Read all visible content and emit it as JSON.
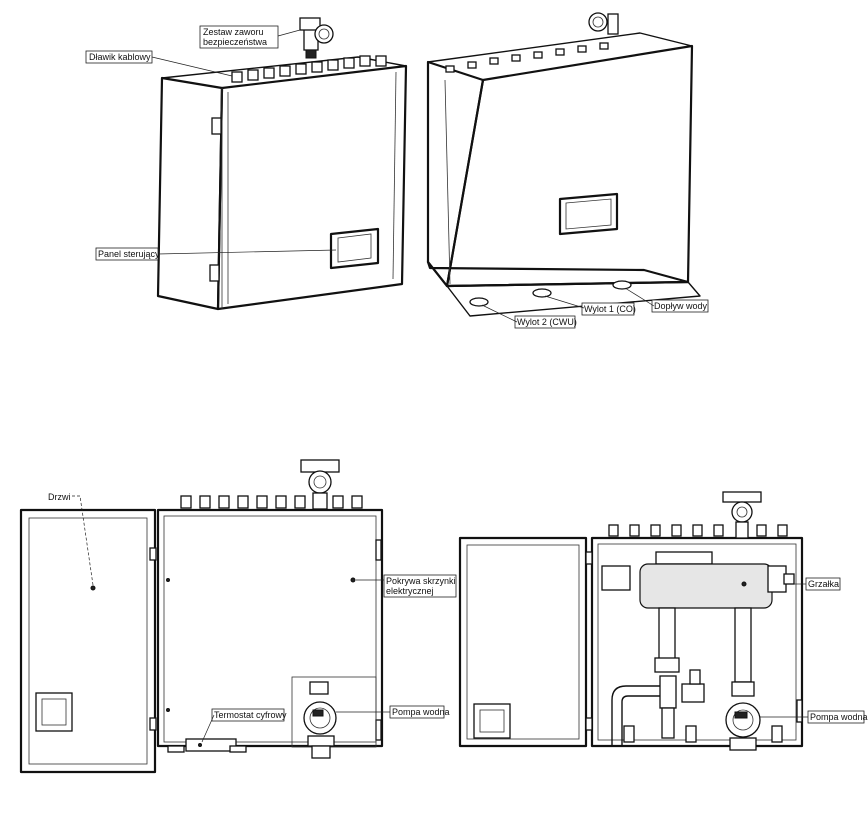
{
  "labels": {
    "safety_valve_line1": "Zestaw zaworu",
    "safety_valve_line2": "bezpieczeństwa",
    "cable_gland": "Dławik kablowy",
    "control_panel": "Panel sterujący",
    "outlet_1": "Wylot 1 (CO)",
    "outlet_2": "Wylot 2 (CWU)",
    "water_inlet": "Dopływ wody",
    "door": "Drzwi",
    "electrical_cover_line1": "Pokrywa skrzynki",
    "electrical_cover_line2": "elektrycznej",
    "thermostat": "Termostat cyfrowy",
    "water_pump_a": "Pompa wodna",
    "heater": "Grzałka",
    "water_pump_b": "Pompa wodna"
  }
}
